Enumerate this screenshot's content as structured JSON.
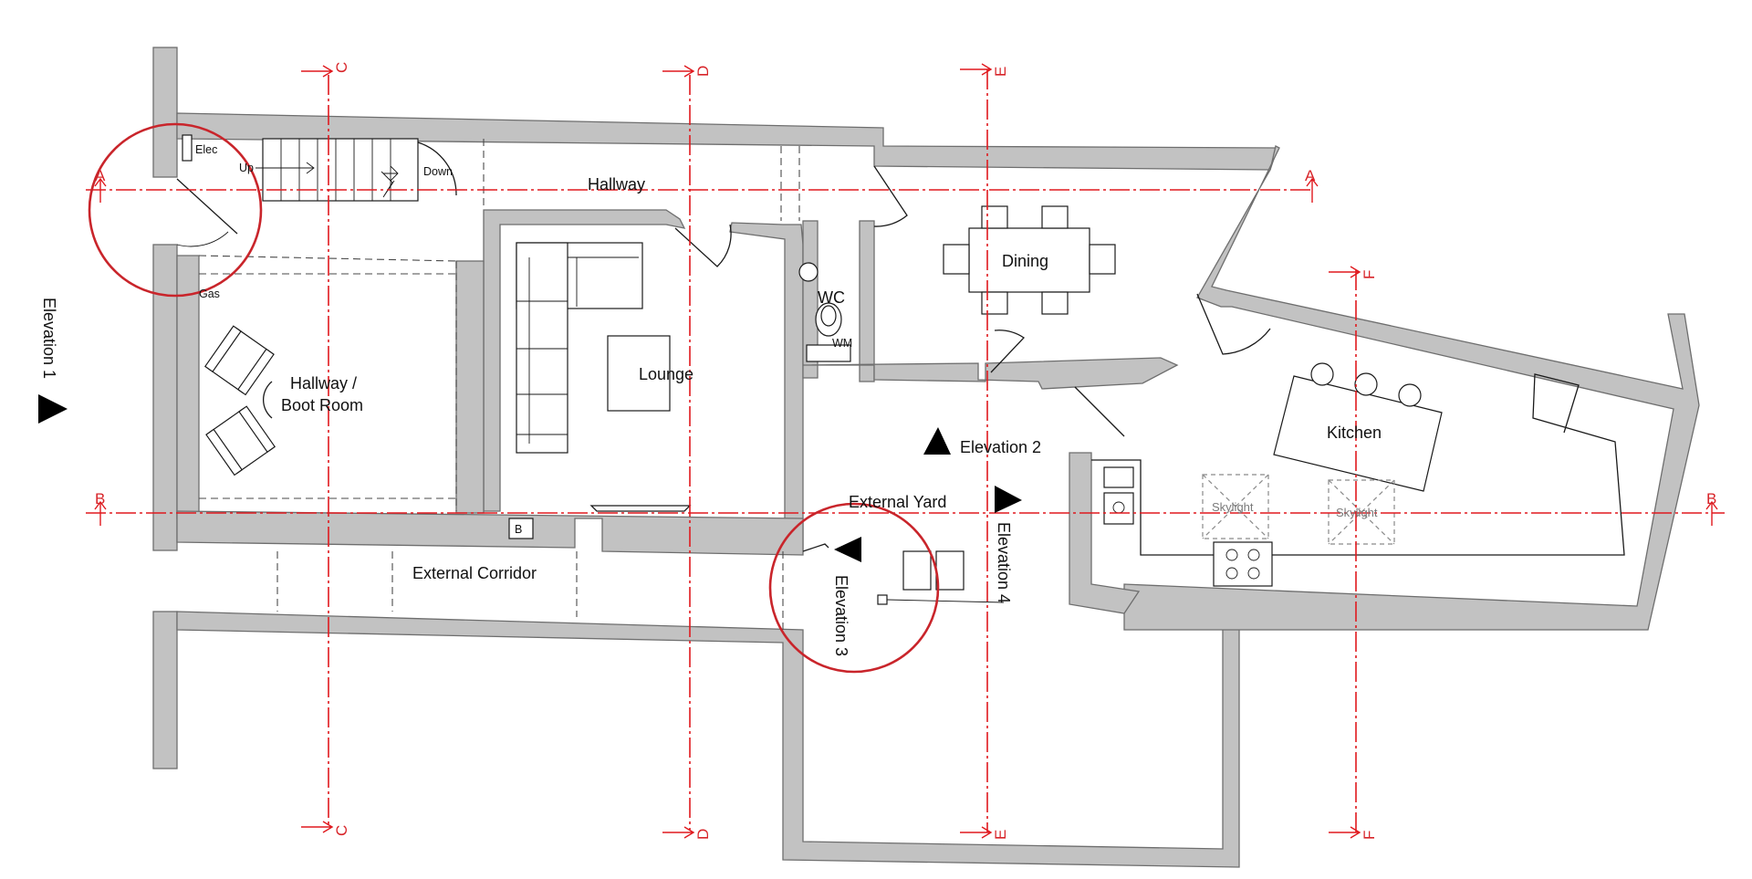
{
  "rooms": {
    "hallway": "Hallway",
    "boot_room_line1": "Hallway /",
    "boot_room_line2": "Boot Room",
    "lounge": "Lounge",
    "wc": "WC",
    "dining": "Dining",
    "kitchen": "Kitchen",
    "external_yard": "External Yard",
    "external_corridor": "External Corridor"
  },
  "small_labels": {
    "elec": "Elec",
    "gas": "Gas",
    "up": "Up",
    "down": "Down",
    "wm": "WM",
    "boiler": "B",
    "skylight_1": "Skylight",
    "skylight_2": "Skylight"
  },
  "section_lines": {
    "A": "A",
    "B": "B",
    "C": "C",
    "D": "D",
    "E": "E",
    "F": "F"
  },
  "elevations": {
    "e1": "Elevation 1",
    "e2": "Elevation 2",
    "e3": "Elevation 3",
    "e4": "Elevation 4"
  },
  "colors": {
    "section_line": "#e0191e",
    "highlight_circle": "#c9252b",
    "wall_fill": "#c2c2c2"
  }
}
